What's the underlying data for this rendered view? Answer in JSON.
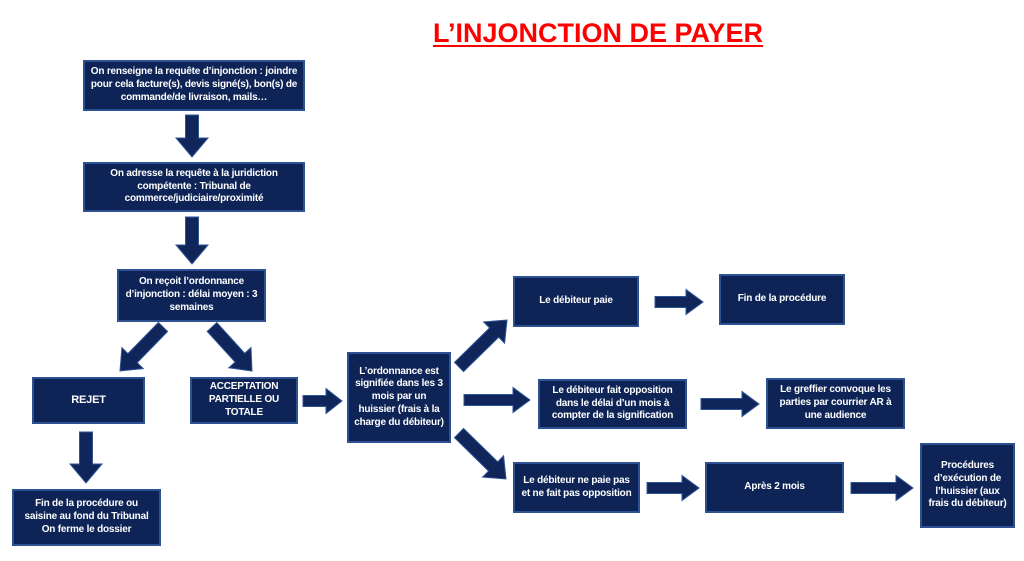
{
  "title": {
    "text": "L’INJONCTION DE PAYER",
    "color": "#ff0000"
  },
  "diagram": {
    "type": "flowchart",
    "colors": {
      "node_fill": "#0e2456",
      "node_border": "#2e5191",
      "node_text": "#ffffff",
      "arrow": "#10265a",
      "background": "#ffffff"
    },
    "nodes": [
      {
        "id": "renseigne-requete",
        "label": "On renseigne la requête d’injonction : joindre pour cela facture(s), devis signé(s), bon(s) de commande/de livraison, mails…"
      },
      {
        "id": "adresse-requete",
        "label": "On adresse la requête à la juridiction compétente : Tribunal de commerce/judiciaire/proximité"
      },
      {
        "id": "recoit-ordonnance",
        "label": "On reçoit l’ordonnance d’injonction : délai moyen : 3 semaines"
      },
      {
        "id": "rejet",
        "label": "REJET"
      },
      {
        "id": "acceptation",
        "label": "ACCEPTATION PARTIELLE OU TOTALE"
      },
      {
        "id": "fin-ou-saisine",
        "label": "Fin de la procédure ou saisine au fond du Tribunal On ferme le dossier"
      },
      {
        "id": "signification",
        "label": "L’ordonnance est signifiée dans les 3 mois par un huissier (frais à la charge du débiteur)"
      },
      {
        "id": "debiteur-paie",
        "label": "Le débiteur paie"
      },
      {
        "id": "fin-procedure",
        "label": "Fin de la procédure"
      },
      {
        "id": "debiteur-opposition",
        "label": "Le débiteur fait opposition dans le délai d’un mois à compter de la signification"
      },
      {
        "id": "greffier-convoque",
        "label": "Le greffier convoque les parties par courrier AR à une audience"
      },
      {
        "id": "debiteur-ne-paie-pas",
        "label": "Le débiteur ne paie pas et ne fait pas opposition"
      },
      {
        "id": "apres-2-mois",
        "label": "Après 2 mois"
      },
      {
        "id": "procedures-execution",
        "label": "Procédures d’exécution de l’huissier (aux frais du débiteur)"
      }
    ],
    "edges": [
      {
        "from": "renseigne-requete",
        "to": "adresse-requete"
      },
      {
        "from": "adresse-requete",
        "to": "recoit-ordonnance"
      },
      {
        "from": "recoit-ordonnance",
        "to": "rejet"
      },
      {
        "from": "recoit-ordonnance",
        "to": "acceptation"
      },
      {
        "from": "rejet",
        "to": "fin-ou-saisine"
      },
      {
        "from": "acceptation",
        "to": "signification"
      },
      {
        "from": "signification",
        "to": "debiteur-paie"
      },
      {
        "from": "signification",
        "to": "debiteur-opposition"
      },
      {
        "from": "signification",
        "to": "debiteur-ne-paie-pas"
      },
      {
        "from": "debiteur-paie",
        "to": "fin-procedure"
      },
      {
        "from": "debiteur-opposition",
        "to": "greffier-convoque"
      },
      {
        "from": "debiteur-ne-paie-pas",
        "to": "apres-2-mois"
      },
      {
        "from": "apres-2-mois",
        "to": "procedures-execution"
      }
    ]
  }
}
